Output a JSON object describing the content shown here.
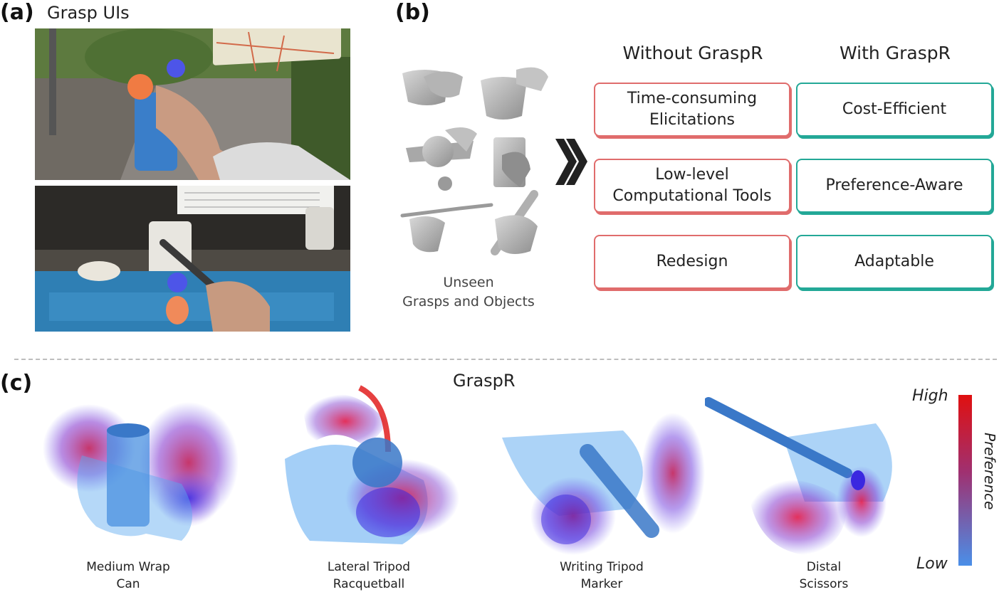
{
  "panel_a": {
    "label": "(a)",
    "title": "Grasp UIs"
  },
  "panel_b": {
    "label": "(b)",
    "unseen_caption": "Unseen\nGrasps and Objects",
    "without_title": "Without GraspR",
    "with_title": "With GraspR",
    "without_items": [
      "Time-consuming\nElicitations",
      "Low-level\nComputational Tools",
      "Redesign"
    ],
    "with_items": [
      "Cost-Efficient",
      "Preference-Aware",
      "Adaptable"
    ],
    "colors": {
      "without_border": "#e06c6c",
      "with_border": "#23a897"
    }
  },
  "panel_c": {
    "label": "(c)",
    "title": "GraspR",
    "visualizations": [
      {
        "label": "Medium Wrap\nCan"
      },
      {
        "label": "Lateral Tripod\nRacquetball"
      },
      {
        "label": "Writing Tripod\nMarker"
      },
      {
        "label": "Distal\nScissors"
      }
    ],
    "colorbar": {
      "title": "Preference",
      "high": "High",
      "low": "Low",
      "high_color": "#e01010",
      "low_color": "#4a8fe8"
    }
  }
}
